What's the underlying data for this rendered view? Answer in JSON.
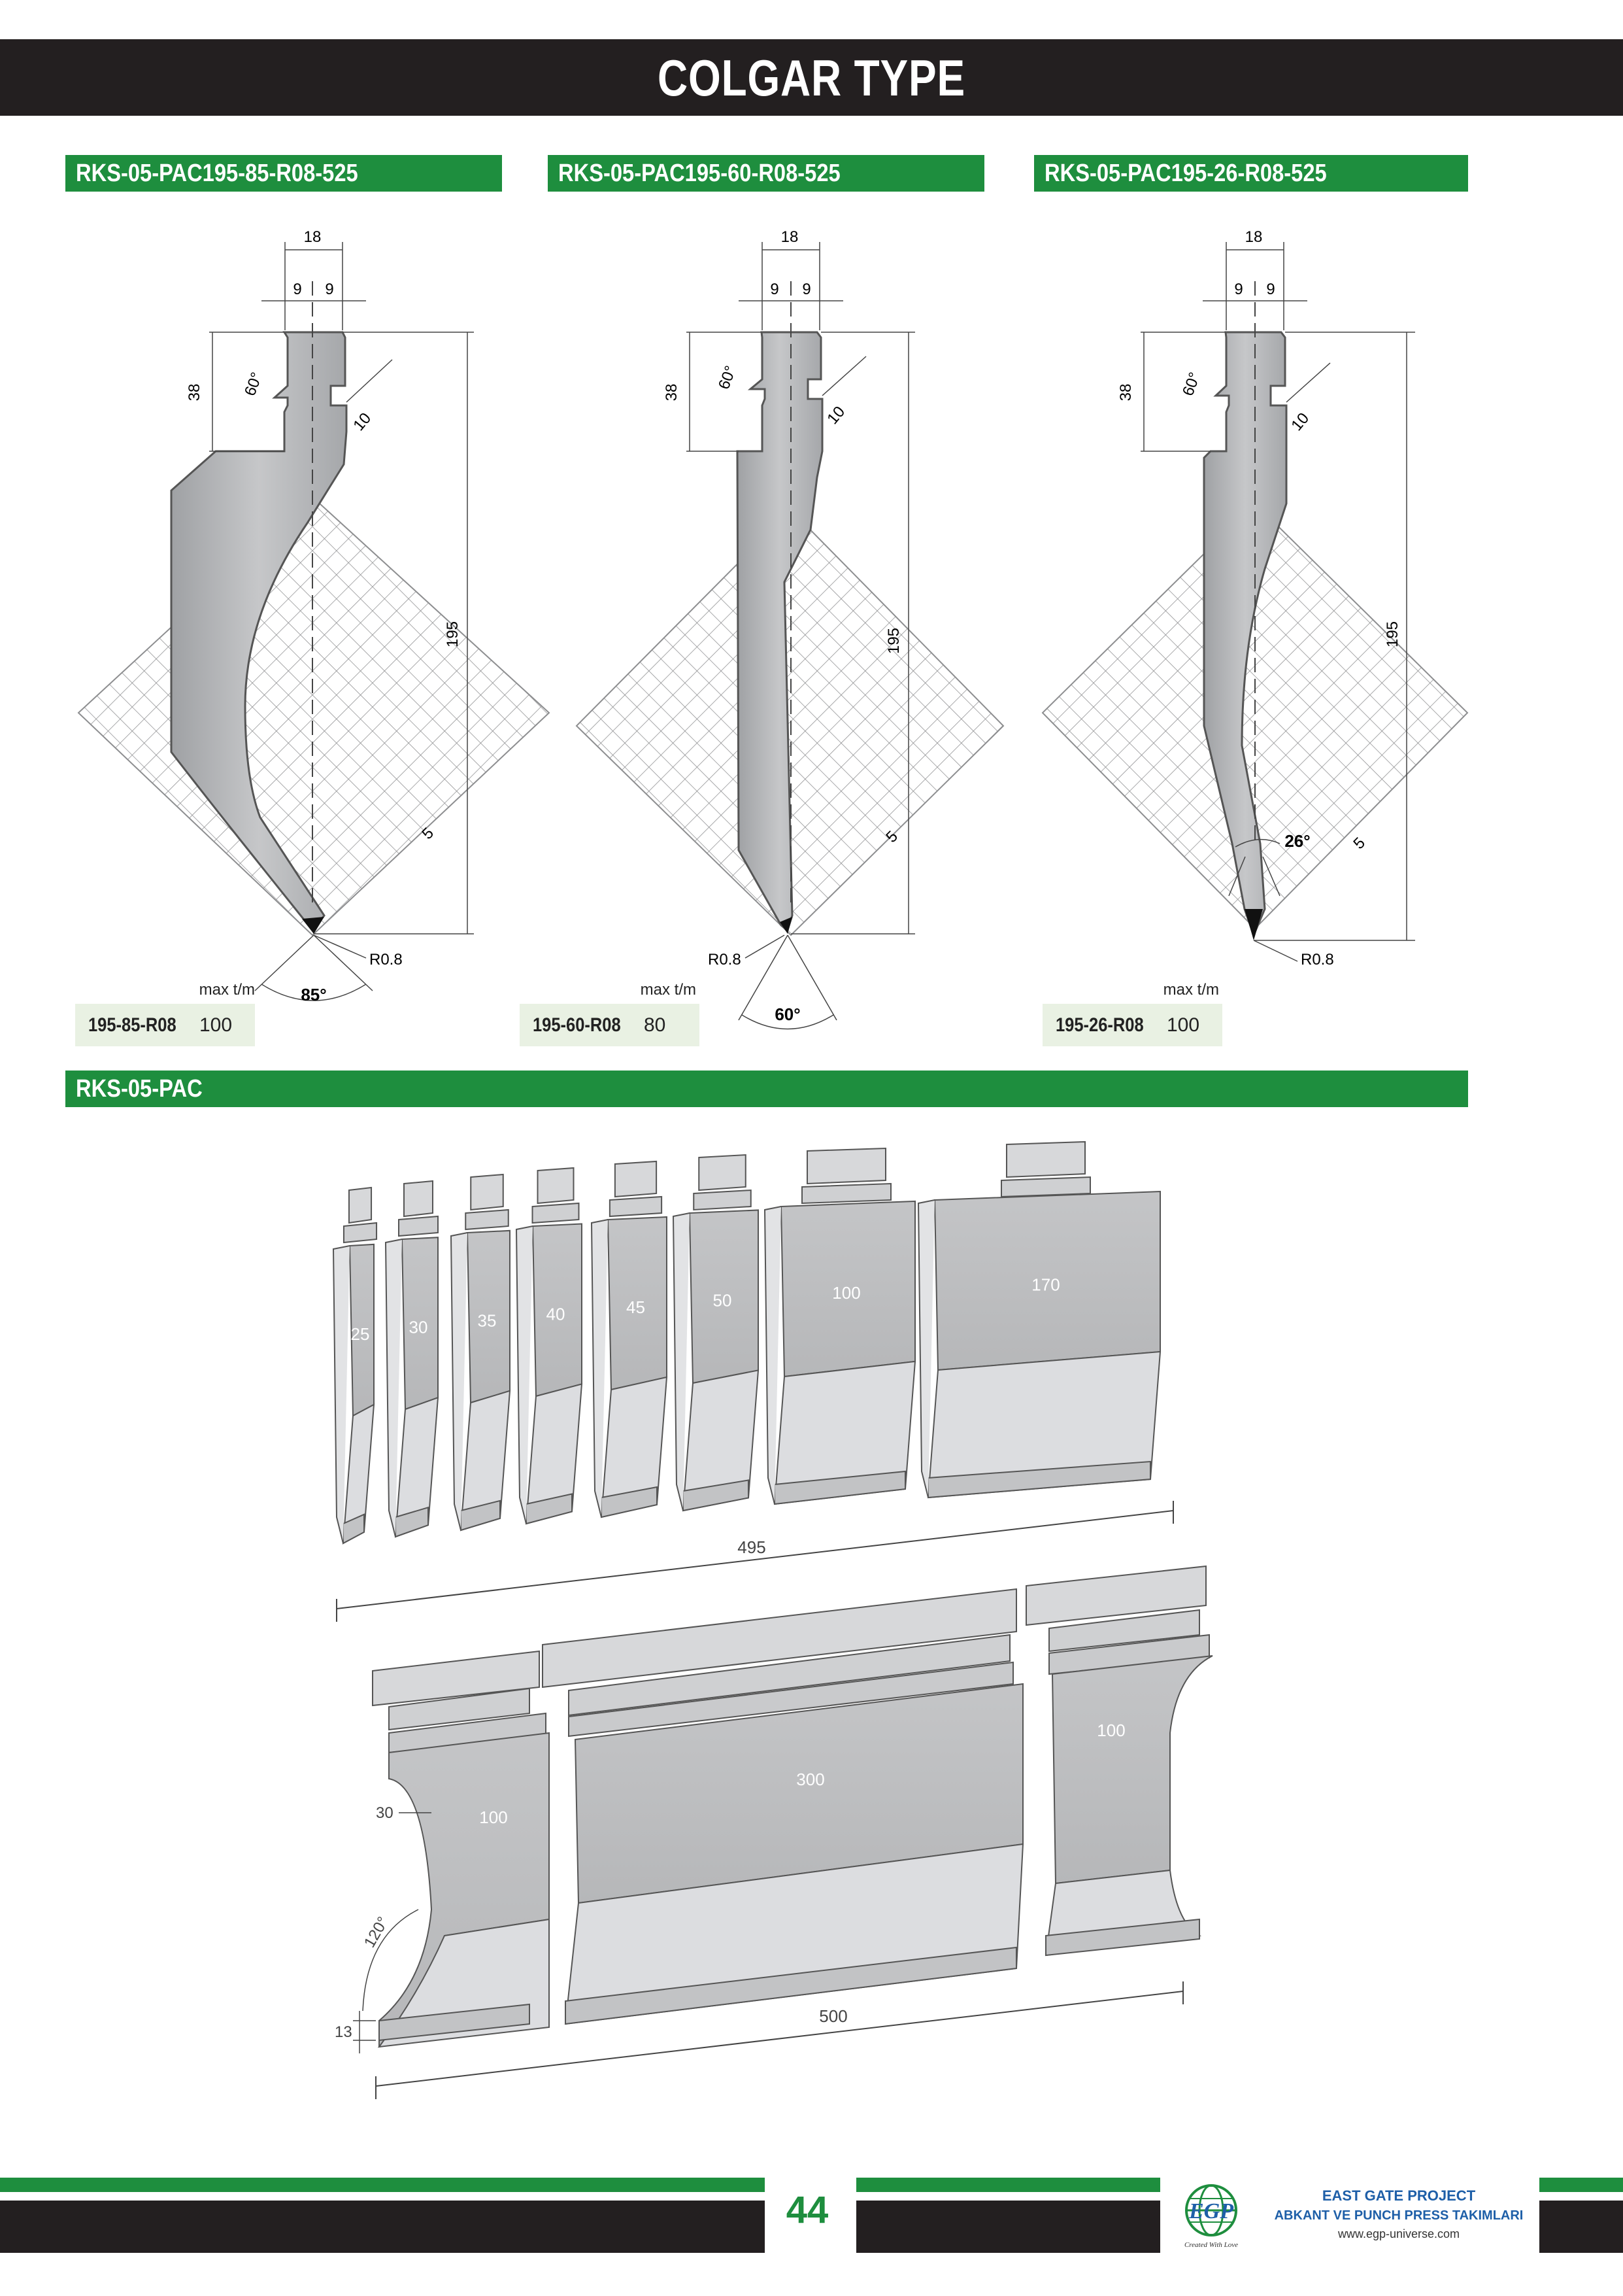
{
  "header": {
    "title": "COLGAR TYPE"
  },
  "tools": [
    {
      "code": "RKS-05-PAC195-85-R08-525",
      "spec_code": "195-85-R08",
      "max_tm": "100",
      "angle": "85°",
      "max_label": "max t/m"
    },
    {
      "code": "RKS-05-PAC195-60-R08-525",
      "spec_code": "195-60-R08",
      "max_tm": "80",
      "angle": "60°",
      "max_label": "max t/m"
    },
    {
      "code": "RKS-05-PAC195-26-R08-525",
      "spec_code": "195-26-R08",
      "max_tm": "100",
      "angle": "26°",
      "max_label": "max t/m"
    }
  ],
  "dimensions": {
    "width": "18",
    "half": "9",
    "tang_height": "38",
    "height": "195",
    "tang_angle": "60°",
    "groove": "10",
    "radius": "R0.8",
    "wall": "5"
  },
  "section": {
    "title": "RKS-05-PAC",
    "row1_segments": [
      "25",
      "30",
      "35",
      "40",
      "45",
      "50",
      "100",
      "170"
    ],
    "row1_total": "495",
    "row2_segments": [
      "100",
      "300",
      "100"
    ],
    "row2_total": "500",
    "horn_depth": "30",
    "horn_angle": "120°",
    "horn_height": "13"
  },
  "footer": {
    "page": "44",
    "logo_text": "EGP",
    "tagline": "Created With Love",
    "company": "EAST GATE PROJECT",
    "subtitle": "ABKANT VE PUNCH PRESS TAKIMLARI",
    "website": "www.egp-universe.com"
  },
  "colors": {
    "green": "#1e8e3e",
    "dark": "#231f20",
    "tool_gray": "#b9babc",
    "light_gray": "#dddee0"
  }
}
